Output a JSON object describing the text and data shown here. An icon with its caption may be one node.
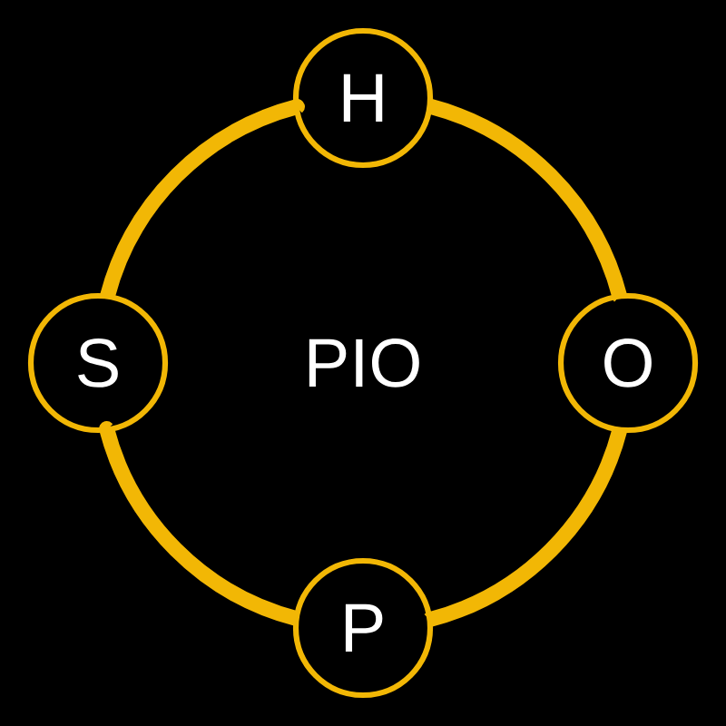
{
  "diagram": {
    "nodes": [
      {
        "text": [
          "H"
        ]
      },
      {
        "text": [
          "S"
        ]
      },
      {
        "text": [
          "O"
        ]
      },
      {
        "text": [
          "P"
        ]
      }
    ],
    "edges": [
      {
        "from": 0,
        "to": 2,
        "arrow": "none"
      },
      {
        "from": 2,
        "to": 3,
        "arrow": "none"
      },
      {
        "from": 3,
        "to": 1,
        "arrow": "none"
      },
      {
        "from": 1,
        "to": 0,
        "arrow": "none"
      }
    ],
    "labels": [
      "PIO"
    ]
  }
}
